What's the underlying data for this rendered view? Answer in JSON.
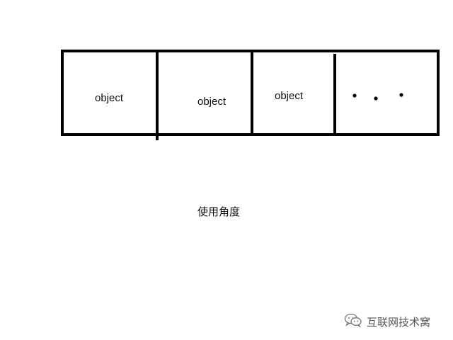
{
  "diagram": {
    "cells": [
      {
        "label": "object"
      },
      {
        "label": "object"
      },
      {
        "label": "object"
      },
      {
        "label": "• • •"
      }
    ],
    "caption": "使用角度"
  },
  "watermark": {
    "icon": "wechat-icon",
    "text": "互联网技术窝"
  },
  "colors": {
    "stroke": "#000000",
    "text": "#111111",
    "watermark": "#555555"
  }
}
